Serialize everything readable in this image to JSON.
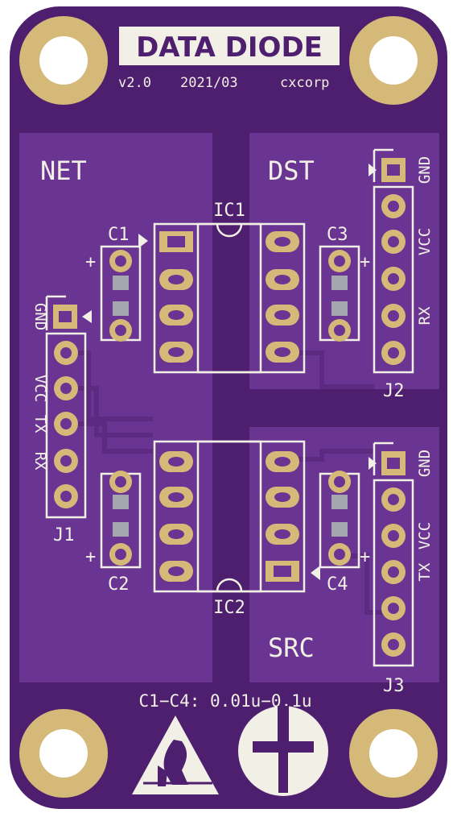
{
  "board": {
    "title": "DATA DIODE",
    "version": "v2.0",
    "date": "2021/03",
    "author": "cxcorp",
    "cap_note": "C1−C4: 0.01u−0.1u",
    "colors": {
      "mask": "#4d1f6e",
      "copper": "#6a3592",
      "pad": "#d4b978",
      "silk": "#f2efe6",
      "bg": "#ffffff"
    }
  },
  "zones": {
    "net": "NET",
    "dst": "DST",
    "src": "SRC"
  },
  "ics": {
    "ic1": "IC1",
    "ic2": "IC2"
  },
  "caps": {
    "c1": "C1",
    "c2": "C2",
    "c3": "C3",
    "c4": "C4",
    "plus": "+"
  },
  "connectors": {
    "j1": {
      "label": "J1",
      "gnd": "GND",
      "vcc": "VCC",
      "tx": "TX",
      "rx": "RX"
    },
    "j2": {
      "label": "J2",
      "gnd": "GND",
      "vcc": "VCC",
      "rx": "RX"
    },
    "j3": {
      "label": "J3",
      "gnd": "GND",
      "vcc": "VCC",
      "tx": "TX"
    }
  },
  "icons": {
    "esd": "esd-warning-icon",
    "logo": "diode-logo-icon"
  }
}
